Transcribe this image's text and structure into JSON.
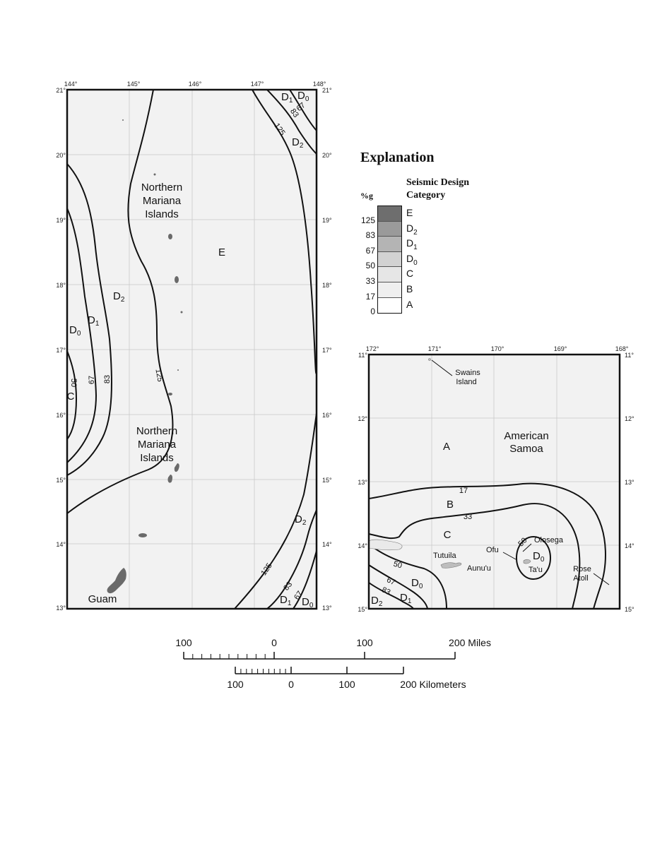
{
  "explanation": {
    "title": "Explanation",
    "pctg_label": "%g",
    "category_label_line1": "Seismic Design",
    "category_label_line2": "Category",
    "legend": [
      {
        "category": "E",
        "sub": "",
        "color": "#6e6e6e"
      },
      {
        "category": "D",
        "sub": "2",
        "color": "#9a9a9a"
      },
      {
        "category": "D",
        "sub": "1",
        "color": "#b4b4b4"
      },
      {
        "category": "D",
        "sub": "0",
        "color": "#d2d2d2"
      },
      {
        "category": "C",
        "sub": "",
        "color": "#e6e6e6"
      },
      {
        "category": "B",
        "sub": "",
        "color": "#efefef"
      },
      {
        "category": "A",
        "sub": "",
        "color": "#ffffff"
      }
    ],
    "breaks": [
      "125",
      "83",
      "67",
      "50",
      "33",
      "17",
      "0"
    ]
  },
  "mariana_map": {
    "lon_ticks": [
      "144°",
      "145°",
      "146°",
      "147°",
      "148°"
    ],
    "lat_ticks": [
      "21°",
      "20°",
      "19°",
      "18°",
      "17°",
      "16°",
      "15°",
      "14°",
      "13°"
    ],
    "region_label_1": [
      "Northern",
      "Mariana",
      "Islands"
    ],
    "region_label_2": [
      "Northern",
      "Mariana",
      "Islands"
    ],
    "guam_label": "Guam",
    "zone_E": "E",
    "zone_C": "C",
    "zone_D2_left": {
      "letter": "D",
      "sub": "2"
    },
    "zone_D1_left": {
      "letter": "D",
      "sub": "1"
    },
    "zone_D0_left": {
      "letter": "D",
      "sub": "0"
    },
    "zone_D1_top": {
      "letter": "D",
      "sub": "1"
    },
    "zone_D0_top": {
      "letter": "D",
      "sub": "0"
    },
    "zone_D2_top": {
      "letter": "D",
      "sub": "2"
    },
    "zone_D2_bottom": {
      "letter": "D",
      "sub": "2"
    },
    "zone_D1_bottom": {
      "letter": "D",
      "sub": "1"
    },
    "zone_D0_bottom": {
      "letter": "D",
      "sub": "0"
    },
    "contour_labels": [
      "125",
      "83",
      "67",
      "50",
      "83",
      "67",
      "125",
      "83",
      "67",
      "125"
    ]
  },
  "samoa_map": {
    "lon_ticks": [
      "172°",
      "171°",
      "170°",
      "169°",
      "168°"
    ],
    "lat_ticks": [
      "11°",
      "12°",
      "13°",
      "14°",
      "15°"
    ],
    "region_label": [
      "American",
      "Samoa"
    ],
    "swains_label": [
      "Swains",
      "Island"
    ],
    "rose_label": [
      "Rose",
      "Atoll"
    ],
    "tutuila_label": "Tutuila",
    "aunuu_label": "Aunu'u",
    "ofu_label": "Ofu",
    "olosega_label": "Olosega",
    "tau_label": "Ta'u",
    "zone_A": "A",
    "zone_B": "B",
    "zone_C": "C",
    "zone_D0_center": {
      "letter": "D",
      "sub": "0"
    },
    "zone_D0_left": {
      "letter": "D",
      "sub": "0"
    },
    "zone_D1_left": {
      "letter": "D",
      "sub": "1"
    },
    "zone_D2_left": {
      "letter": "D",
      "sub": "2"
    },
    "contour_labels": [
      "17",
      "33",
      "50",
      "67",
      "83",
      "50"
    ]
  },
  "scale_bar": {
    "miles_labels": [
      "100",
      "0",
      "100",
      "200 Miles"
    ],
    "km_labels": [
      "100",
      "0",
      "100",
      "200 Kilometers"
    ]
  }
}
